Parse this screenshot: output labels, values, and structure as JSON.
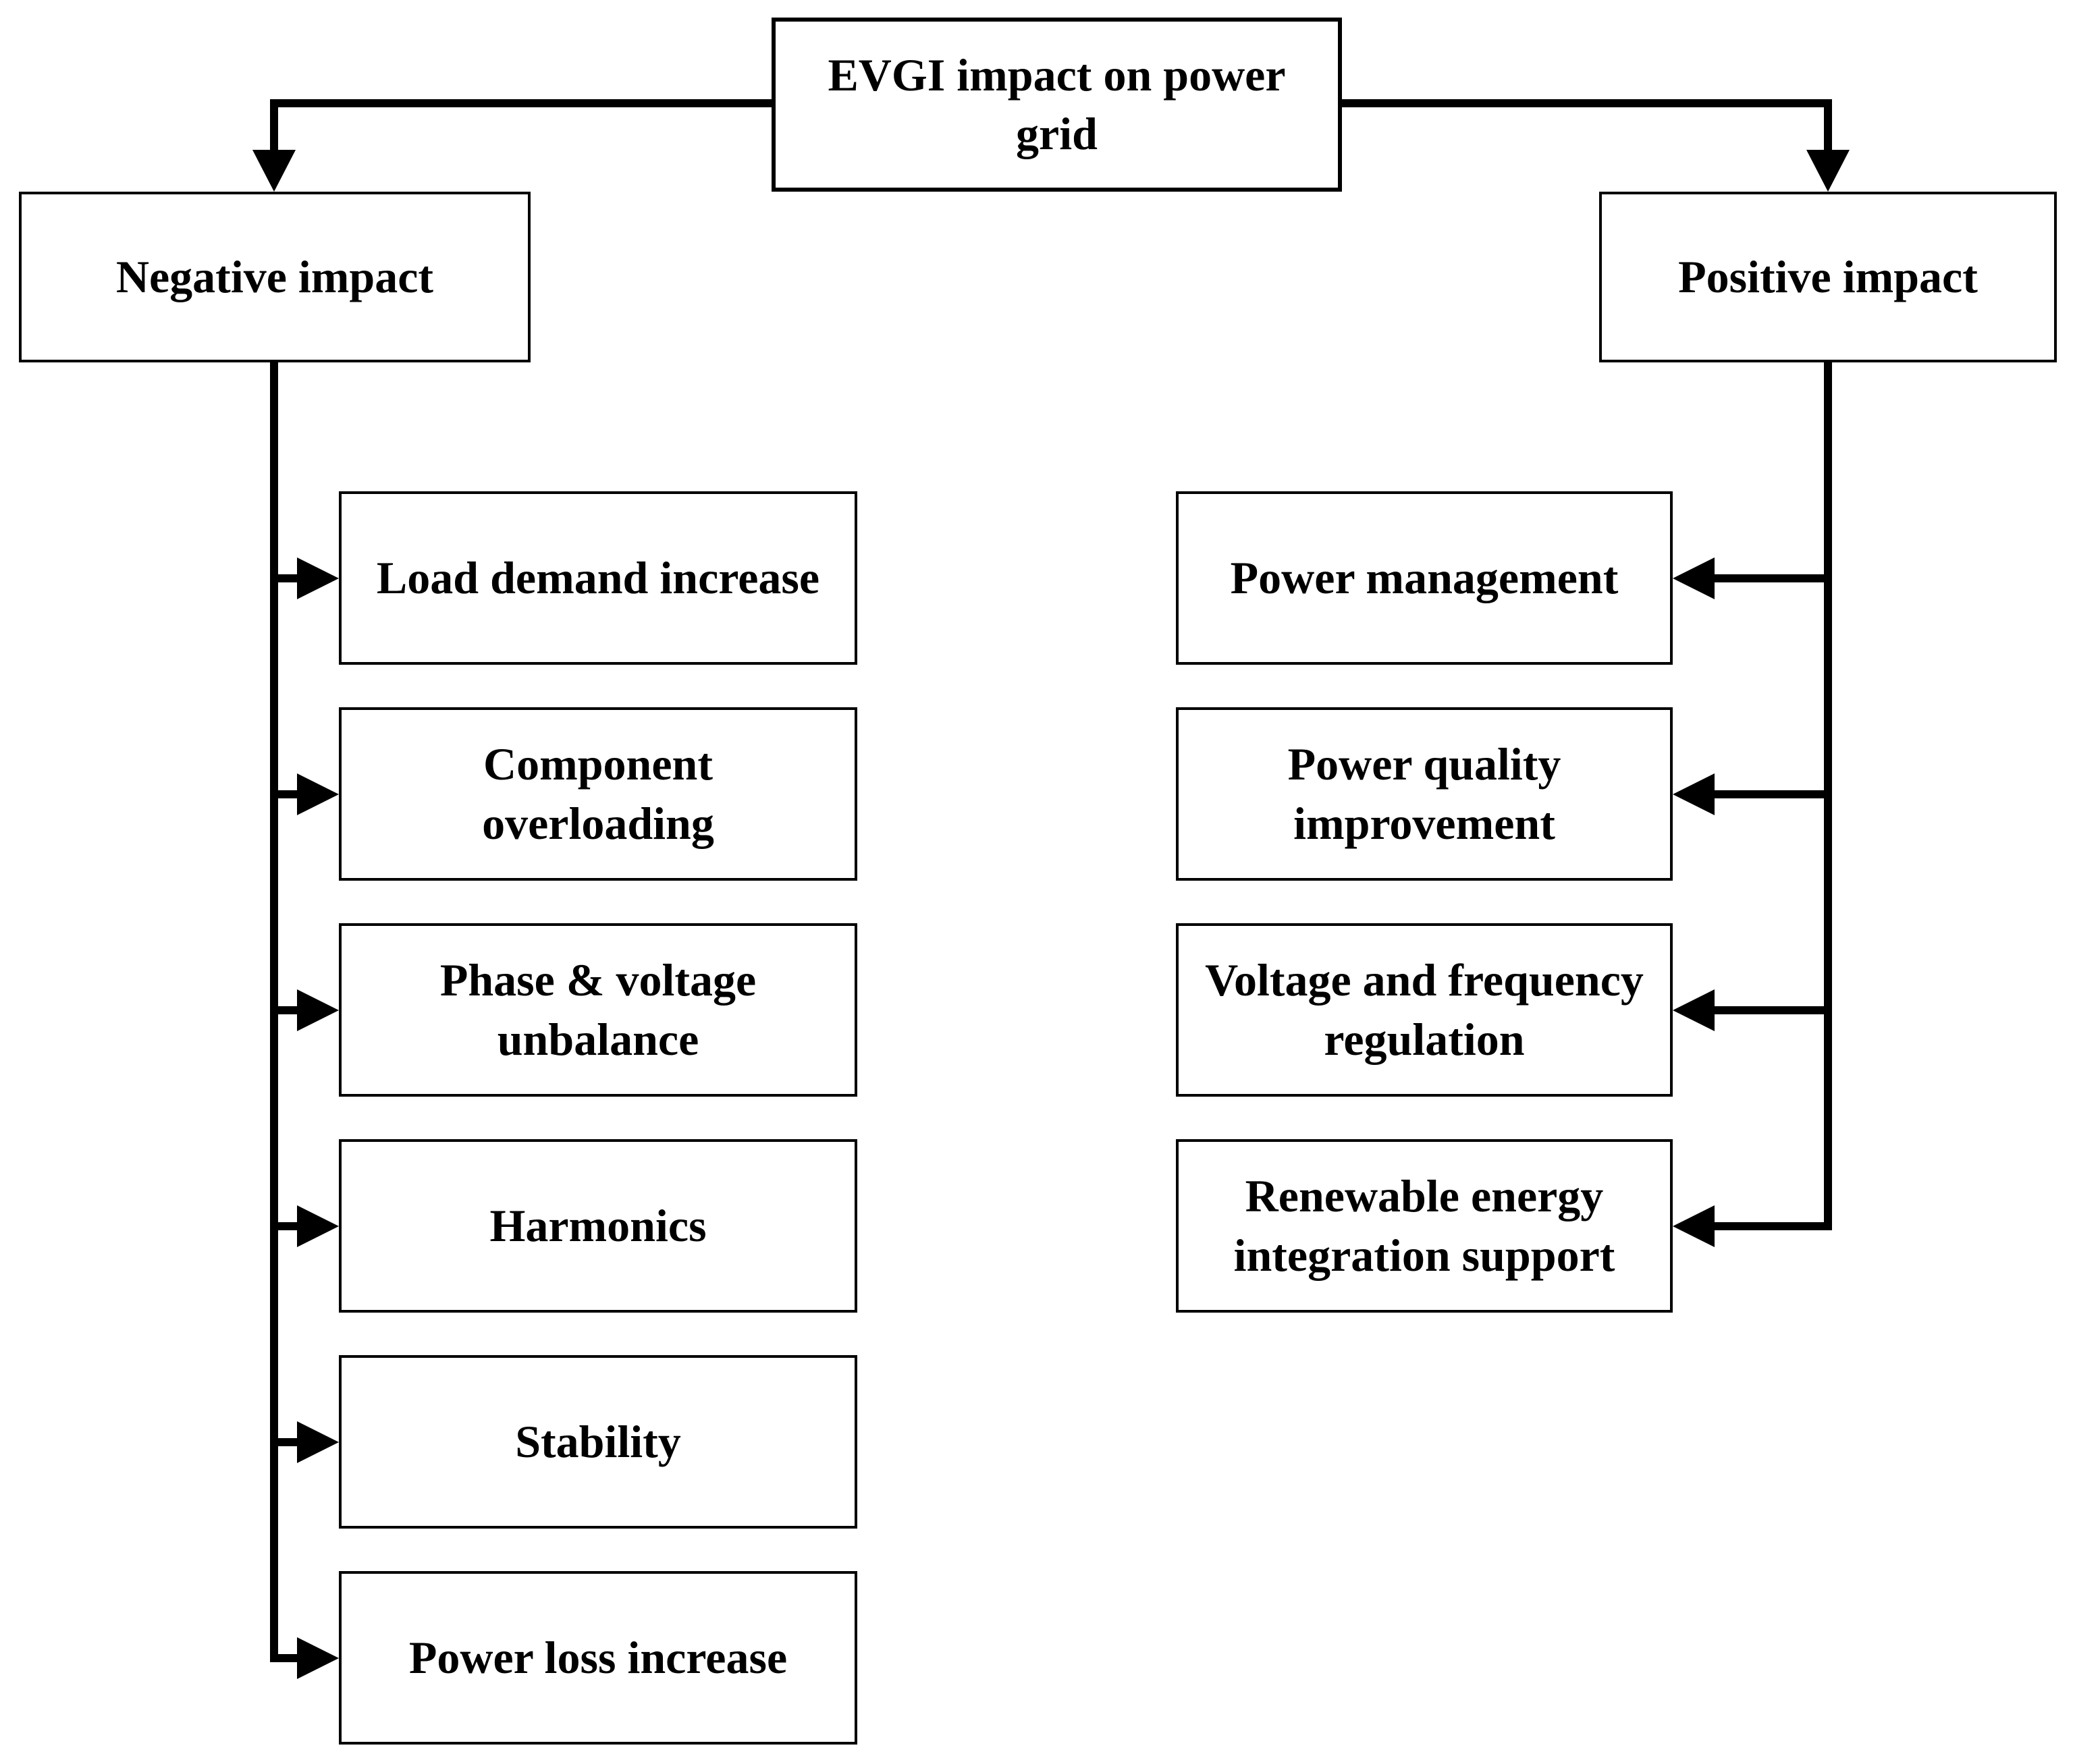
{
  "diagram": {
    "root": {
      "label": "EVGI impact on power grid"
    },
    "negative": {
      "label": "Negative impact",
      "children": [
        {
          "label": "Load demand increase"
        },
        {
          "label": "Component\noverloading"
        },
        {
          "label": "Phase & voltage\nunbalance"
        },
        {
          "label": "Harmonics"
        },
        {
          "label": "Stability"
        },
        {
          "label": "Power loss increase"
        }
      ]
    },
    "positive": {
      "label": "Positive impact",
      "children": [
        {
          "label": "Power management"
        },
        {
          "label": "Power quality\nimprovement"
        },
        {
          "label": "Voltage and frequency\nregulation"
        },
        {
          "label": "Renewable energy\nintegration support"
        }
      ]
    },
    "colors": {
      "line": "#000000",
      "background": "#ffffff",
      "box_fill": "#ffffff"
    }
  }
}
